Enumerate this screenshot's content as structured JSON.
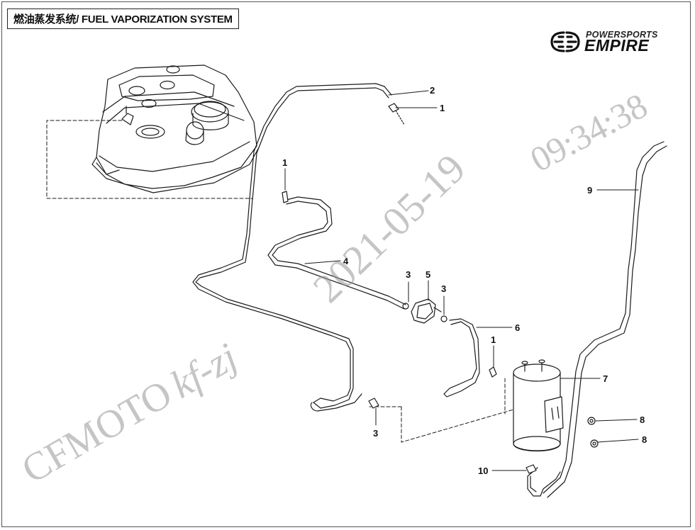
{
  "title": "燃油蒸发系统/ FUEL VAPORIZATION SYSTEM",
  "logo": {
    "top_text": "POWERSPORTS",
    "main_text": "EMPIRE",
    "mark_icon": "empire-ee-logo-icon"
  },
  "watermarks": {
    "date": "2021-05-19",
    "time": "09:34:38",
    "user": "kf-zj",
    "brand": "CFMOTO"
  },
  "callouts": [
    {
      "id": "callout-2",
      "label": "2"
    },
    {
      "id": "callout-1-top",
      "label": "1"
    },
    {
      "id": "callout-1-left",
      "label": "1"
    },
    {
      "id": "callout-9",
      "label": "9"
    },
    {
      "id": "callout-4",
      "label": "4"
    },
    {
      "id": "callout-3-a",
      "label": "3"
    },
    {
      "id": "callout-5",
      "label": "5"
    },
    {
      "id": "callout-3-b",
      "label": "3"
    },
    {
      "id": "callout-6",
      "label": "6"
    },
    {
      "id": "callout-1-right",
      "label": "1"
    },
    {
      "id": "callout-7",
      "label": "7"
    },
    {
      "id": "callout-8-a",
      "label": "8"
    },
    {
      "id": "callout-8-b",
      "label": "8"
    },
    {
      "id": "callout-3-c",
      "label": "3"
    },
    {
      "id": "callout-10",
      "label": "10"
    }
  ]
}
